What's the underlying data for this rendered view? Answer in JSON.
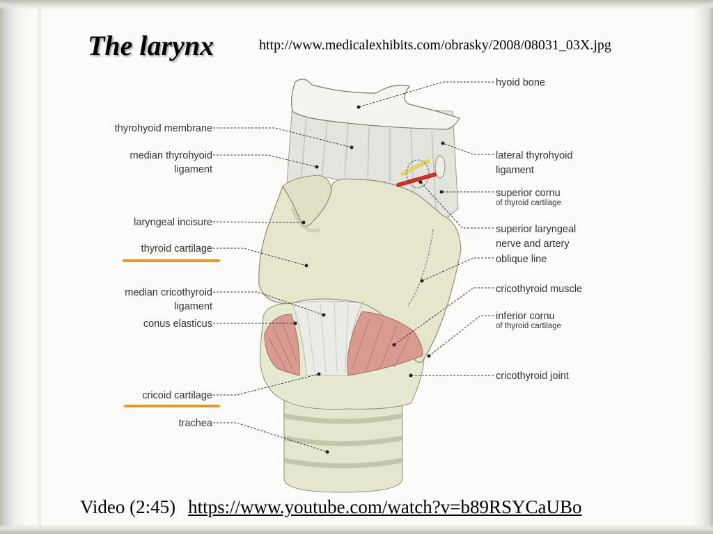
{
  "slide": {
    "title": "The larynx",
    "source_url": "http://www.medicalexhibits.com/obrasky/2008/08031_03X.jpg",
    "footer": {
      "video_label": "Video (2:45)",
      "video_url": "https://www.youtube.com/watch?v=b89RSYCaUBo"
    }
  },
  "diagram": {
    "left_labels": {
      "thyrohyoid_membrane": "thyrohyoid membrane",
      "median_thyrohyoid_1": "median thyrohyoid",
      "median_thyrohyoid_2": "ligament",
      "laryngeal_incisure": "laryngeal incisure",
      "thyroid_cartilage": "thyroid cartilage",
      "median_cricothyroid_1": "median cricothyroid",
      "median_cricothyroid_2": "ligament",
      "conus_elasticus": "conus elasticus",
      "cricoid_cartilage": "cricoid cartilage",
      "trachea": "trachea"
    },
    "right_labels": {
      "hyoid_bone": "hyoid bone",
      "lateral_thyrohyoid_1": "lateral thyrohyoid",
      "lateral_thyrohyoid_2": "ligament",
      "superior_cornu": "superior cornu",
      "superior_cornu_sub": "of thyroid cartilage",
      "superior_laryngeal_1": "superior laryngeal",
      "superior_laryngeal_2": "nerve and artery",
      "oblique_line": "oblique line",
      "cricothyroid_muscle": "cricothyroid muscle",
      "inferior_cornu": "inferior cornu",
      "inferior_cornu_sub": "of thyroid cartilage",
      "cricothyroid_joint": "cricothyroid joint"
    },
    "highlight_color": "#e8962a"
  }
}
